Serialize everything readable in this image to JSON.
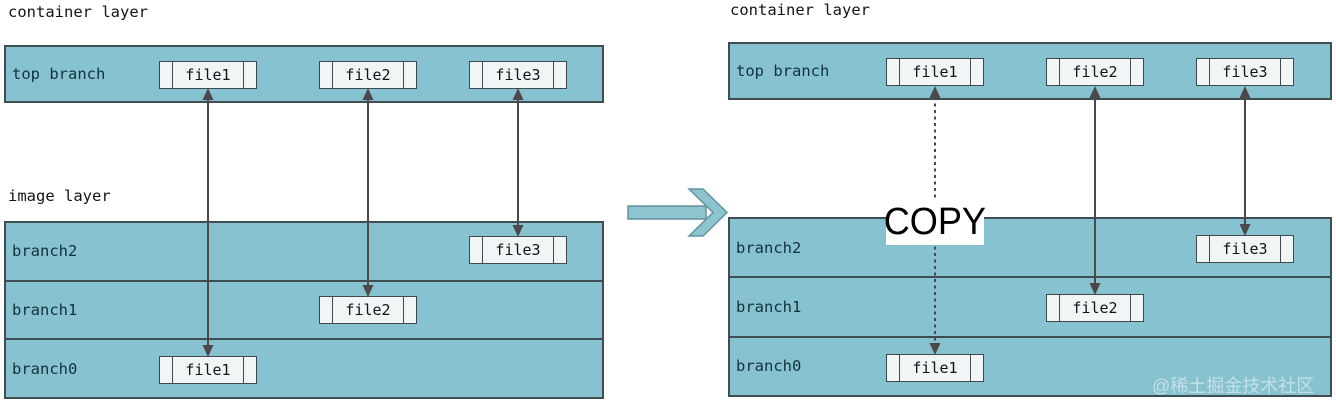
{
  "colors": {
    "layer_fill": "#87C2D0",
    "layer_border": "#3E4E53",
    "file_fill": "#F1F5F6",
    "file_border": "#3F4A4E",
    "arrow": "#4E484C",
    "big_arrow_fill": "#8CC4D0",
    "big_arrow_stroke": "#64929E",
    "copy_bg": "#FFFFFF",
    "copy_text": "#000000"
  },
  "left_diagram": {
    "container_label": "container layer",
    "image_label": "image layer",
    "top_branch_label": "top branch",
    "top_files": [
      "file1",
      "file2",
      "file3"
    ],
    "rows": [
      {
        "label": "branch2",
        "file": "file3"
      },
      {
        "label": "branch1",
        "file": "file2"
      },
      {
        "label": "branch0",
        "file": "file1"
      }
    ]
  },
  "right_diagram": {
    "container_label": "container layer",
    "top_branch_label": "top branch",
    "top_files": [
      "file1",
      "file2",
      "file3"
    ],
    "copy_label": "COPY",
    "rows": [
      {
        "label": "branch2",
        "file": "file3"
      },
      {
        "label": "branch1",
        "file": "file2"
      },
      {
        "label": "branch0",
        "file": "file1"
      }
    ]
  },
  "watermark": "@稀土掘金技术社区"
}
